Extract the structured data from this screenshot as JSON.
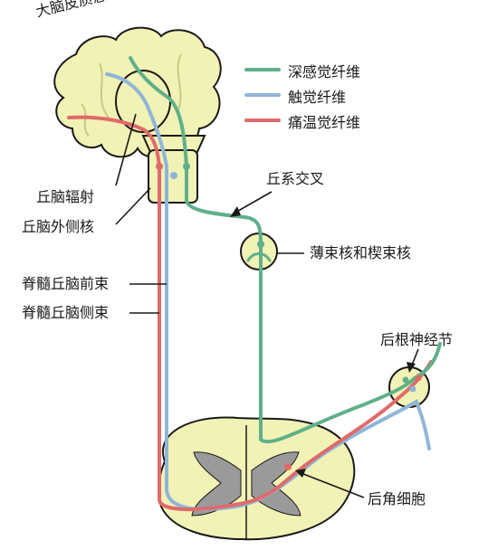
{
  "labels": {
    "cortex": "大脑皮质感觉区",
    "thalamic_radiation": "丘脑辐射",
    "lateral_thalamic_nucleus": "丘脑外侧核",
    "lemniscal_decussation": "丘系交叉",
    "gracile_cuneate_nuclei": "薄束核和楔束核",
    "anterior_spinothalamic_tract": "脊髓丘脑前束",
    "lateral_spinothalamic_tract": "脊髓丘脑侧束",
    "dorsal_root_ganglion": "后根神经节",
    "dorsal_horn_cells": "后角细胞"
  },
  "legend": [
    {
      "label": "深感觉纤维",
      "color": "#5fb08a"
    },
    {
      "label": "触觉纤维",
      "color": "#8fb6d8"
    },
    {
      "label": "痛温觉纤维",
      "color": "#e06a6a"
    }
  ],
  "colors": {
    "deep_sensation": "#5fb08a",
    "touch": "#8fb6d8",
    "pain_temperature": "#e06a6a",
    "tissue_fill": "#f1f2b5",
    "gray_matter": "#9a9a9a",
    "outline": "#1a1a1a"
  }
}
